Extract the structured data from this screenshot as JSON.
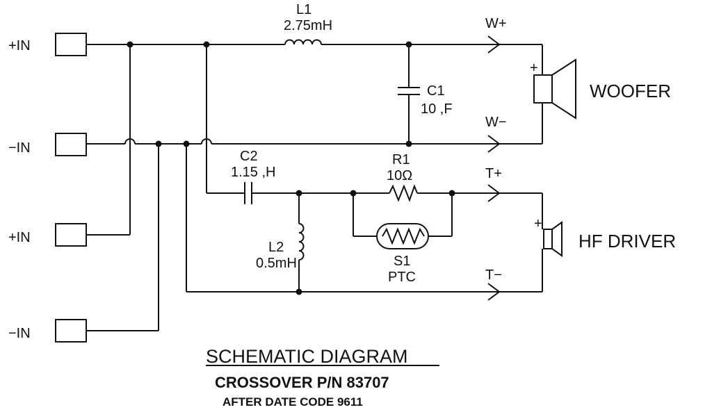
{
  "terminals": [
    {
      "label": "+IN"
    },
    {
      "label": "−IN"
    },
    {
      "label": "+IN"
    },
    {
      "label": "−IN"
    }
  ],
  "components": {
    "L1": {
      "ref": "L1",
      "value": "2.75mH"
    },
    "C1": {
      "ref": "C1",
      "value": "10 ,F"
    },
    "C2": {
      "ref": "C2",
      "value": "1.15 ,H"
    },
    "R1": {
      "ref": "R1",
      "value": "10Ω"
    },
    "L2": {
      "ref": "L2",
      "value": "0.5mH"
    },
    "S1": {
      "ref": "S1",
      "value": "PTC"
    }
  },
  "nodes": {
    "w_plus": "W+",
    "w_minus": "W−",
    "t_plus": "T+",
    "t_minus": "T−",
    "plus_mark_woofer": "+",
    "plus_mark_hf": "+"
  },
  "speakers": {
    "woofer": "WOOFER",
    "hf_driver": "HF DRIVER"
  },
  "caption": {
    "title": "SCHEMATIC DIAGRAM",
    "part": "CROSSOVER P/N 83707",
    "date_code": "AFTER DATE CODE 9611"
  }
}
